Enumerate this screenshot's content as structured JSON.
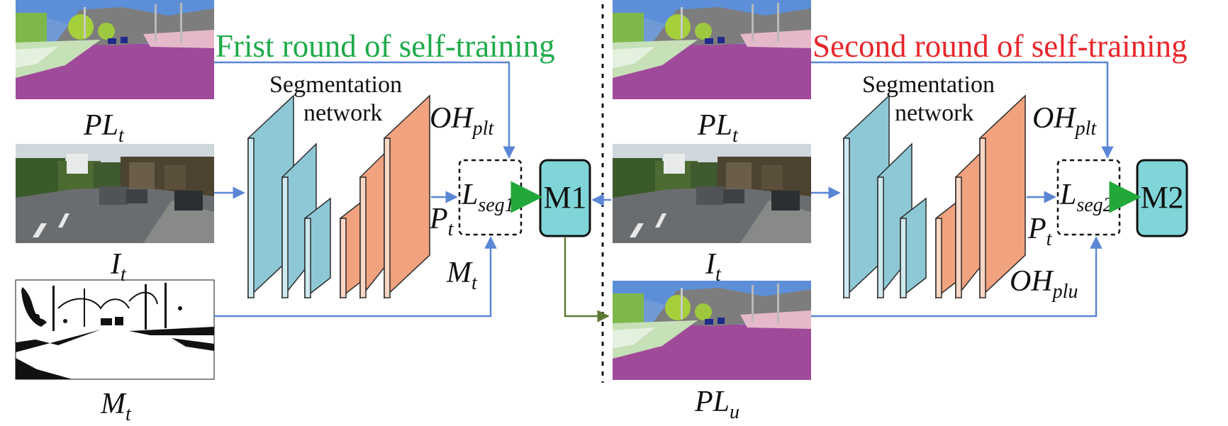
{
  "titles": {
    "first": "Frist round of self-training",
    "second": "Second round of self-training"
  },
  "network_label": [
    "Segmentation",
    "network"
  ],
  "colors": {
    "first_round": "#1faa4b",
    "second_round": "#e8262c",
    "arrow_blue": "#5b86d6",
    "arrow_green_head": "#22a83a",
    "arrow_olive": "#5c7a33",
    "encoder_fill": "#8ec8d6",
    "decoder_fill": "#f1a27f",
    "model_box_fill": "#7fd5d8"
  },
  "images": {
    "pl_t": "segmentation-map",
    "i_t": "street-photo",
    "m_t": "binary-mask",
    "pl_u": "segmentation-map"
  },
  "labels": {
    "pl_t": {
      "base": "PL",
      "sub": "t"
    },
    "i_t": {
      "base": "I",
      "sub": "t"
    },
    "m_t": {
      "base": "M",
      "sub": "t"
    },
    "pl_u": {
      "base": "PL",
      "sub": "u"
    },
    "oh_plt": {
      "base": "OH",
      "sub": "plt"
    },
    "oh_plu": {
      "base": "OH",
      "sub": "plu"
    },
    "p_t": {
      "base": "P",
      "sub": "t"
    },
    "l_seg1": {
      "base": "L",
      "sub": "seg1"
    },
    "l_seg2": {
      "base": "L",
      "sub": "seg2"
    }
  },
  "models": {
    "m1": "M1",
    "m2": "M2"
  }
}
